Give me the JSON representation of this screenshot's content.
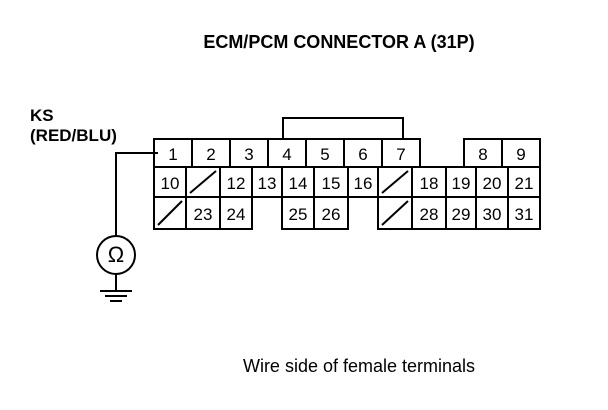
{
  "title": "ECM/PCM CONNECTOR A (31P)",
  "wire": {
    "signal": "KS",
    "color": "(RED/BLU)"
  },
  "caption": "Wire side of female terminals",
  "meter_symbol": "Ω",
  "connector": {
    "row1": [
      "1",
      "2",
      "3",
      "4",
      "5",
      "6",
      "7",
      "",
      "8",
      "9"
    ],
    "row2": [
      "10",
      "",
      "12",
      "13",
      "14",
      "15",
      "16",
      "",
      "18",
      "19",
      "20",
      "21"
    ],
    "row3": [
      "",
      "23",
      "24",
      "",
      "25",
      "26",
      "",
      "",
      "28",
      "29",
      "30",
      "31"
    ],
    "empty_terminals": [
      11,
      17,
      22,
      27
    ]
  }
}
